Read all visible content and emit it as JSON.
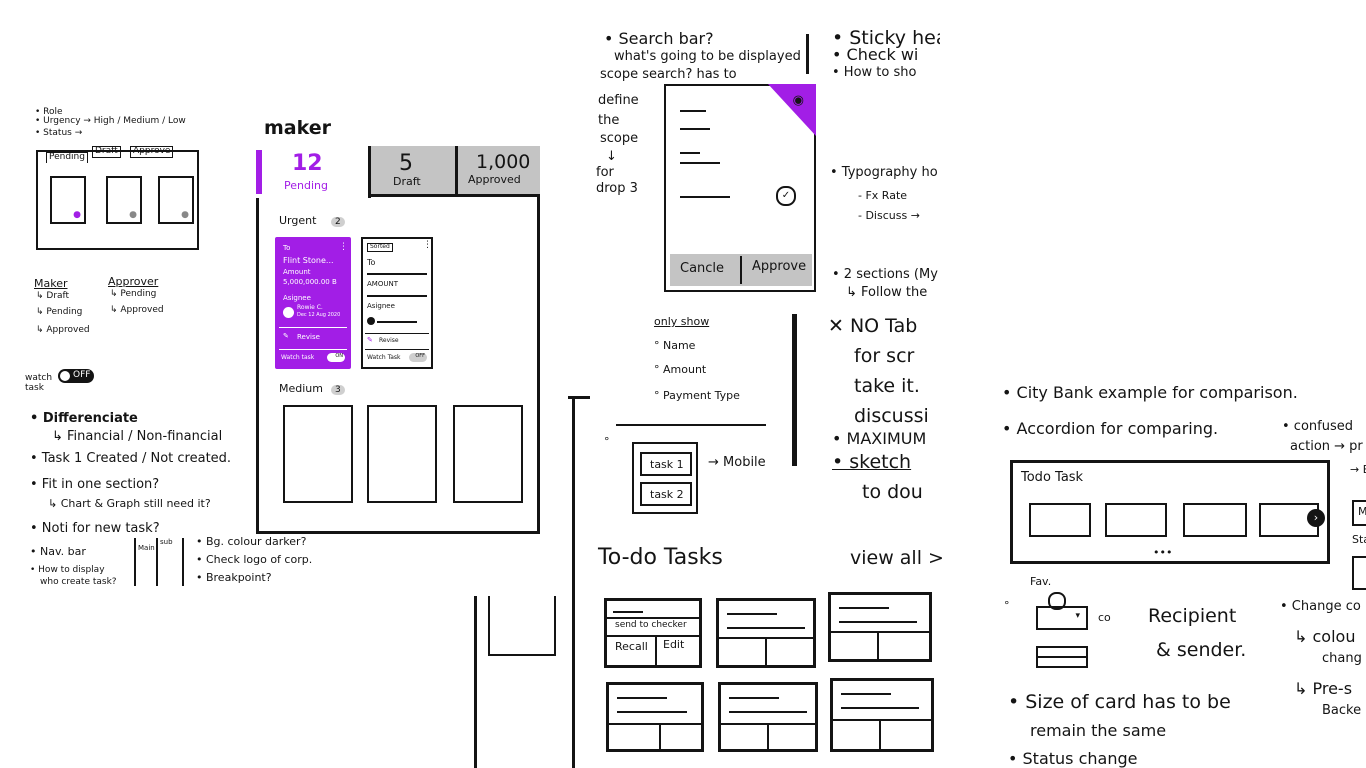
{
  "colors": {
    "accent": "#a21ee6",
    "ink": "#141414",
    "tab_grey": "#c4c4c4"
  },
  "left_notes": {
    "role": "• Role",
    "urgency": "• Urgency → High / Medium / Low",
    "status": "• Status →",
    "mini_tabs": [
      "Pending",
      "Draft",
      "Approve"
    ],
    "maker": "Maker",
    "maker_items": [
      "↳ Draft",
      "↳ Pending",
      "↳ Approved"
    ],
    "approver": "Approver",
    "approver_items": [
      "↳ Pending",
      "↳ Approved"
    ],
    "watch_task": "watch task",
    "toggle_off": "OFF",
    "bullets": [
      "• Differenciate",
      "↳ Financial / Non-financial",
      "• Task 1 Created / Not created.",
      "• Fit in one section?",
      "↳ Chart & Graph still need it?",
      "• Noti for new task?",
      "• Nav. bar",
      "• How to display",
      "who create task?"
    ],
    "nav_main": "Main",
    "nav_sub": "sub",
    "bg_notes": [
      "• Bg. colour darker?",
      "• Check logo of corp.",
      "• Breakpoint?"
    ]
  },
  "maker_screen": {
    "label": "maker",
    "tabs": [
      {
        "count": "12",
        "label": "Pending"
      },
      {
        "count": "5",
        "label": "Draft"
      },
      {
        "count": "1,000",
        "label": "Approved"
      }
    ],
    "urgent": {
      "label": "Urgent",
      "count": "2"
    },
    "medium": {
      "label": "Medium",
      "count": "3"
    },
    "purple_card": {
      "to": "To",
      "name": "Flint Stone...",
      "amount_label": "Amount",
      "amount": "5,000,000.00 B",
      "assignee_label": "Asignee",
      "assignee_name": "Rowie C.",
      "assignee_date": "Dec 12 Aug 2020",
      "revise": "Revise",
      "watch": "Watch task",
      "toggle": "ON"
    },
    "white_card": {
      "badge": "Sorted",
      "to": "To",
      "amount": "AMOUNT",
      "assignee": "Asignee",
      "revise": "Revise",
      "watch": "Watch Task",
      "toggle": "OFF"
    }
  },
  "middle_notes": {
    "search": "• Search bar?",
    "what_displayed": "what's going to be displayed",
    "scope_search": "scope search? has to",
    "define": [
      "define",
      "the",
      "scope"
    ],
    "arrow_down": "↓",
    "for_drop": [
      "for",
      "drop 3"
    ],
    "cancel": "Cancle",
    "approve": "Approve",
    "only_show": "only show",
    "show_items": [
      "Name",
      "Amount",
      "Payment Type"
    ],
    "task_1": "task 1",
    "task_2": "task 2",
    "mobile": "→ Mobile",
    "todo_title": "To-do Tasks",
    "view_all": "view all >",
    "send_to_checker": "send to checker",
    "recall": "Recall",
    "edit": "Edit"
  },
  "right_notes": {
    "sticky": "• Sticky hea",
    "check": "• Check wi",
    "how_to": "• How to sho",
    "typography": "• Typography ho",
    "fx_rate": "- Fx Rate",
    "discuss": "- Discuss →",
    "two_sections": "• 2 sections (My",
    "follow": "↳ Follow the",
    "no_tab": "✕ NO Tab",
    "for_sc": "for scr",
    "take_it": "take it.",
    "discussi": "discussi",
    "maximum": "• MAXIMUM",
    "sketch": "• sketch",
    "to_dou": "to dou"
  },
  "far_right": {
    "city_bank": "• City Bank example for comparison.",
    "accordion": "• Accordion for comparing.",
    "confused": "• confused",
    "action": "action → pr",
    "ex": "→ Ex",
    "todo_task": "Todo Task",
    "dots": "•••",
    "m": "M",
    "sta": "Sta",
    "fav": "Fav.",
    "co": "co",
    "recipient": "Recipient",
    "sender": "& sender.",
    "size_card": "• Size of card has to be",
    "remain": "remain the same",
    "status_change": "• Status change",
    "change_co": "• Change co",
    "colour": "↳ colou",
    "chang": "chang",
    "pre_s": "↳ Pre-s",
    "backe": "Backe"
  }
}
